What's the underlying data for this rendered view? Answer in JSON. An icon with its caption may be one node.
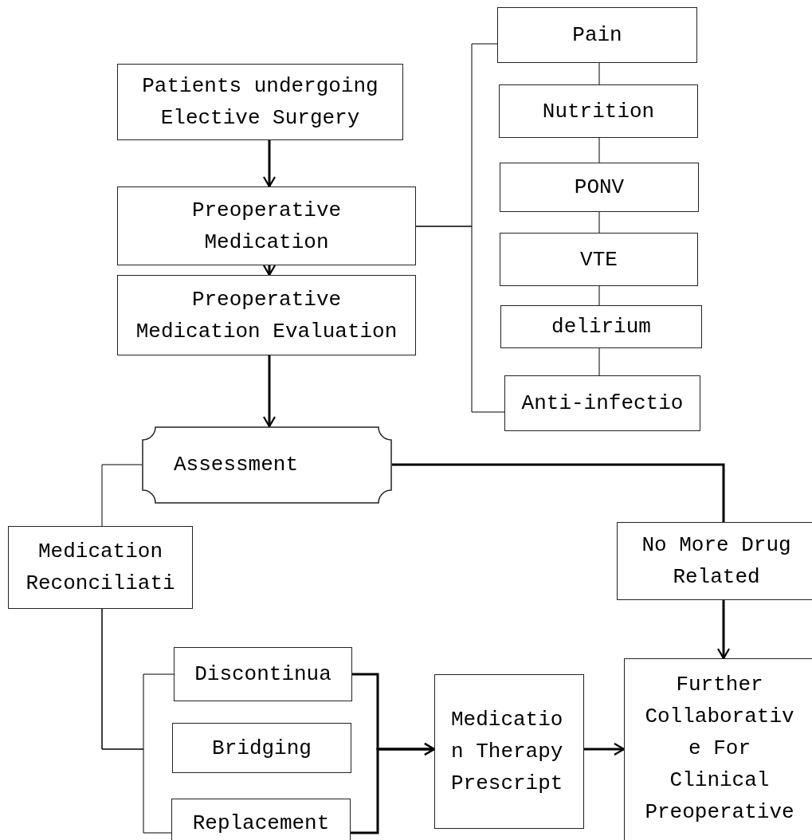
{
  "diagram": {
    "nodes": [
      {
        "text": [
          "Patients undergoing Elective Surgery"
        ]
      },
      {
        "text": [
          "Preoperative Medication"
        ]
      },
      {
        "text": [
          "Preoperative Medication Evaluation"
        ]
      },
      {
        "text": [
          "Pain"
        ]
      },
      {
        "text": [
          "Nutrition"
        ]
      },
      {
        "text": [
          "PONV"
        ]
      },
      {
        "text": [
          "VTE"
        ]
      },
      {
        "text": [
          "delirium"
        ]
      },
      {
        "text": [
          "Anti-infectio"
        ]
      },
      {
        "text": [
          "Assessment"
        ]
      },
      {
        "text": [
          "Medication Reconciliati"
        ]
      },
      {
        "text": [
          "No More Drug Related"
        ]
      },
      {
        "text": [
          "Discontinua"
        ]
      },
      {
        "text": [
          "Bridging"
        ]
      },
      {
        "text": [
          "Replacement"
        ]
      },
      {
        "text": [
          "Medicatio n Therapy Prescript"
        ]
      },
      {
        "text": [
          "Further Collaborativ e For Clinical Preoperative"
        ]
      }
    ],
    "edges": [
      {
        "from": 0,
        "to": 1,
        "arrow": "to",
        "style": "thick"
      },
      {
        "from": 1,
        "to": 2,
        "arrow": "to",
        "style": "thick"
      },
      {
        "from": 2,
        "to": 9,
        "arrow": "to",
        "style": "thick"
      },
      {
        "from": 1,
        "to": 3,
        "arrow": "none"
      },
      {
        "from": 1,
        "to": 8,
        "arrow": "none"
      },
      {
        "from": 3,
        "to": 4,
        "arrow": "none"
      },
      {
        "from": 4,
        "to": 5,
        "arrow": "none"
      },
      {
        "from": 5,
        "to": 6,
        "arrow": "none"
      },
      {
        "from": 6,
        "to": 7,
        "arrow": "none"
      },
      {
        "from": 7,
        "to": 8,
        "arrow": "none"
      },
      {
        "from": 9,
        "to": 10,
        "arrow": "none"
      },
      {
        "from": 9,
        "to": 11,
        "arrow": "none",
        "style": "thick"
      },
      {
        "from": 11,
        "to": 16,
        "arrow": "to",
        "style": "thick"
      },
      {
        "from": 10,
        "to": 12,
        "arrow": "none"
      },
      {
        "from": 10,
        "to": 14,
        "arrow": "none"
      },
      {
        "from": 12,
        "to": 15,
        "arrow": "to",
        "style": "thick"
      },
      {
        "from": 14,
        "to": 15,
        "arrow": "to",
        "style": "thick"
      },
      {
        "from": 15,
        "to": 16,
        "arrow": "to",
        "style": "thick"
      }
    ]
  }
}
